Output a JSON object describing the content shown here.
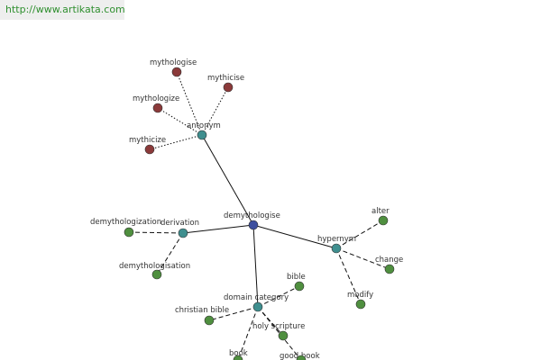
{
  "banner": {
    "text": "http://www.artikata.com"
  },
  "colors": {
    "center": "#3d4f9f",
    "relation": "#3f8f8f",
    "antonym_leaf": "#8b3a3a",
    "leaf": "#4f8f3f"
  },
  "nodes": [
    {
      "id": "demythologise",
      "label": "demythologise",
      "kind": "center"
    },
    {
      "id": "antonym",
      "label": "antonym",
      "kind": "relation"
    },
    {
      "id": "derivation",
      "label": "derivation",
      "kind": "relation"
    },
    {
      "id": "hypernym",
      "label": "hypernym",
      "kind": "relation"
    },
    {
      "id": "domain-category",
      "label": "domain category",
      "kind": "relation"
    },
    {
      "id": "mythologise",
      "label": "mythologise",
      "kind": "antonym_leaf"
    },
    {
      "id": "mythicise",
      "label": "mythicise",
      "kind": "antonym_leaf"
    },
    {
      "id": "mythologize",
      "label": "mythologize",
      "kind": "antonym_leaf"
    },
    {
      "id": "mythicize",
      "label": "mythicize",
      "kind": "antonym_leaf"
    },
    {
      "id": "demythologization",
      "label": "demythologization",
      "kind": "leaf"
    },
    {
      "id": "demythologisation",
      "label": "demythologisation",
      "kind": "leaf"
    },
    {
      "id": "alter",
      "label": "alter",
      "kind": "leaf"
    },
    {
      "id": "change",
      "label": "change",
      "kind": "leaf"
    },
    {
      "id": "modify",
      "label": "modify",
      "kind": "leaf"
    },
    {
      "id": "bible",
      "label": "bible",
      "kind": "leaf"
    },
    {
      "id": "christian-bible",
      "label": "christian bible",
      "kind": "leaf"
    },
    {
      "id": "holy-scripture",
      "label": "holy scripture",
      "kind": "leaf"
    },
    {
      "id": "book",
      "label": "book",
      "kind": "leaf"
    },
    {
      "id": "good-book",
      "label": "good book",
      "kind": "leaf"
    }
  ],
  "edges": [
    {
      "from": "demythologise",
      "to": "antonym",
      "style": "solid"
    },
    {
      "from": "demythologise",
      "to": "derivation",
      "style": "solid"
    },
    {
      "from": "demythologise",
      "to": "hypernym",
      "style": "solid"
    },
    {
      "from": "demythologise",
      "to": "domain-category",
      "style": "solid"
    },
    {
      "from": "antonym",
      "to": "mythologise",
      "style": "dotted"
    },
    {
      "from": "antonym",
      "to": "mythicise",
      "style": "dotted"
    },
    {
      "from": "antonym",
      "to": "mythologize",
      "style": "dotted"
    },
    {
      "from": "antonym",
      "to": "mythicize",
      "style": "dotted"
    },
    {
      "from": "derivation",
      "to": "demythologization",
      "style": "dashed"
    },
    {
      "from": "derivation",
      "to": "demythologisation",
      "style": "dashed"
    },
    {
      "from": "hypernym",
      "to": "alter",
      "style": "dashed"
    },
    {
      "from": "hypernym",
      "to": "change",
      "style": "dashed"
    },
    {
      "from": "hypernym",
      "to": "modify",
      "style": "dashed"
    },
    {
      "from": "domain-category",
      "to": "bible",
      "style": "dashed"
    },
    {
      "from": "domain-category",
      "to": "christian-bible",
      "style": "dashed"
    },
    {
      "from": "domain-category",
      "to": "holy-scripture",
      "style": "dashed"
    },
    {
      "from": "domain-category",
      "to": "book",
      "style": "dashed"
    },
    {
      "from": "domain-category",
      "to": "good-book",
      "style": "dashed"
    }
  ]
}
